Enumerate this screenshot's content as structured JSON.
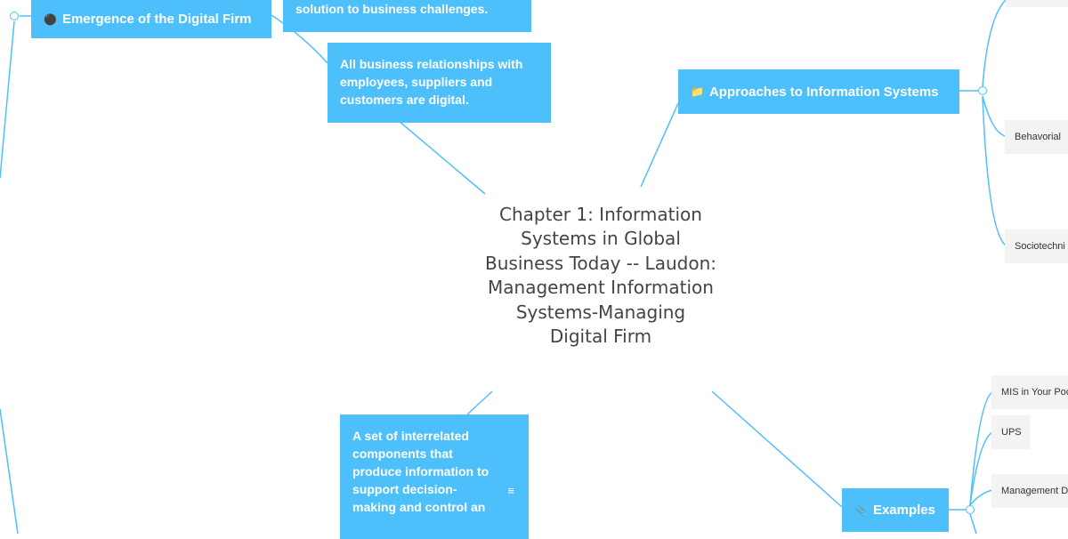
{
  "central": {
    "title": "Chapter 1: Information Systems in Global Business Today -- Laudon: Management Information Systems-Managing Digital Firm"
  },
  "topics": {
    "emergence": {
      "label": "Emergence of the Digital Firm",
      "icon": "black-circle-icon"
    },
    "approaches": {
      "label": "Approaches to Information Systems",
      "icon": "folder-icon"
    },
    "examples": {
      "label": "Examples",
      "icon": "paperclip-icon"
    }
  },
  "notes": {
    "solution": "solution to business challenges.",
    "digital": "All business relationships with employees, suppliers and customers are digital.",
    "definition": "A set of interrelated components that produce information to support decision-making and control an"
  },
  "leaves": {
    "behavorial": "Behavorial",
    "sociotechnical": "Sociotechni",
    "mis_pocket": "MIS in Your Poc",
    "ups": "UPS",
    "management": "Management D"
  },
  "colors": {
    "accent": "#4dc0fb",
    "leaf_bg": "#f3f3f3",
    "central_text": "#444444"
  }
}
